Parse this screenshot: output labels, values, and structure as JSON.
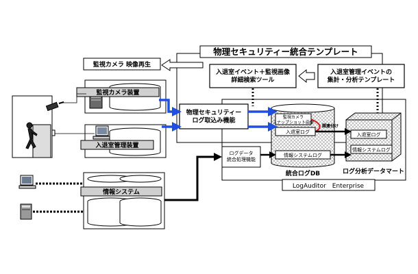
{
  "top_bar_title": "物理セキュリティー統合テンプレート",
  "camera_playback_label": "監視カメラ 映像再生",
  "search_tool_label": "入退室イベント＋監視画像\n詳細検索ツール",
  "analysis_template_label": "入退室管理イベントの\n集計・分析テンプレート",
  "camera_device_label": "監視カメラ装置",
  "access_device_label": "入退室管理装置",
  "info_system_label": "情報システム",
  "import_function_label": "物理セキュリティー\nログ取込み機能",
  "log_processing_label": "ログデータ\n統合処理機能",
  "integrated_db": {
    "snapshot_label": "監視カメラ\nスナップショット画像",
    "access_log_label": "入退室ログ",
    "info_log_label": "情報システムログ",
    "title": "統合ログDB"
  },
  "link_label": "関連付け",
  "data_mart": {
    "access_log_label": "入退室ログ",
    "info_log_label": "情報システムログ",
    "title": "ログ分析データマート"
  },
  "product_label": "LogAuditor　Enterprise",
  "colors": {
    "blue_flow": "#1f4fe0",
    "link_red": "#d81818",
    "black": "#000000",
    "hatch_gray": "#c8c8c8",
    "tab_gray": "#d0d0d0"
  }
}
